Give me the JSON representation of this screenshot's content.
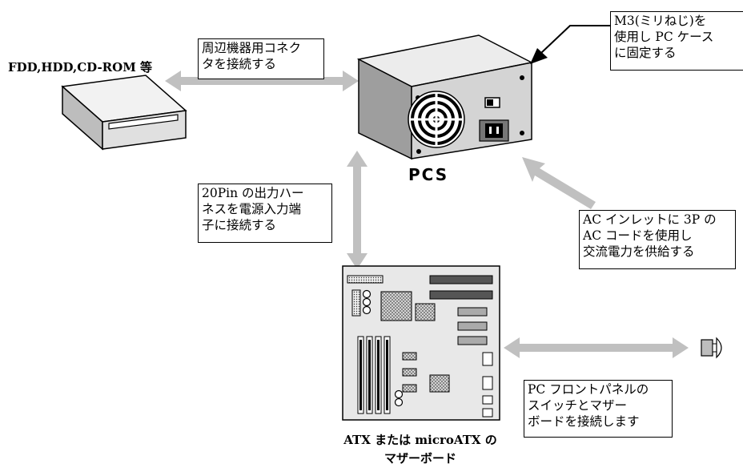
{
  "devices": {
    "drive_label": "FDD,HDD,CD-ROM 等",
    "psu_label": "PCS",
    "motherboard_label_line1": "ATX または microATX の",
    "motherboard_label_line2": "マザーボード"
  },
  "callouts": {
    "screw_note": "M3(ミリねじ)を\n使用し PC ケース\nに固定する",
    "peripheral_connector": "周辺機器用コネク\nタを接続する",
    "harness_note": "20Pin の出力ハー\nネスを電源入力端\n子に接続する",
    "ac_inlet_note": "AC インレットに 3P の\nAC コードを使用し\n交流電力を供給する",
    "front_panel_note": "PC フロントパネルの\nスイッチとマザー\nボードを接続します"
  },
  "colors": {
    "arrow": "#c0c0c0",
    "psu_body": "#d4d4d4",
    "board": "#e8e8e8"
  }
}
